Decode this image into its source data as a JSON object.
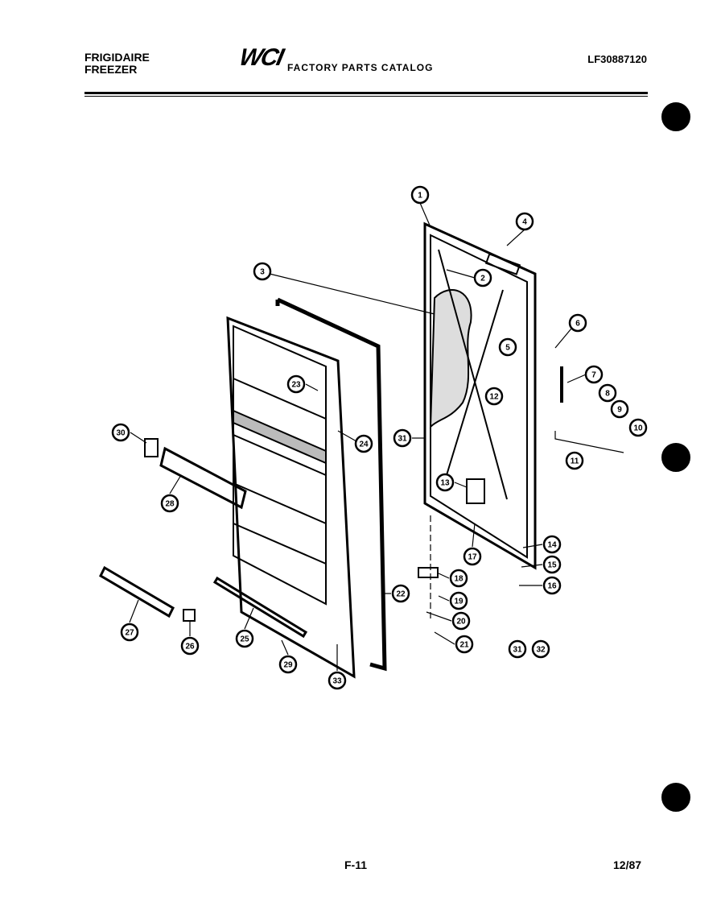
{
  "header": {
    "brand_line1": "FRIGIDAIRE",
    "brand_line2": "FREEZER",
    "logo": "WCI",
    "catalog_title": "FACTORY PARTS CATALOG",
    "model_number": "LF30887120"
  },
  "footer": {
    "page": "F-11",
    "date": "12/87"
  },
  "callouts": [
    "1",
    "4",
    "3",
    "2",
    "6",
    "5",
    "7",
    "23",
    "12",
    "8",
    "9",
    "10",
    "30",
    "24",
    "31",
    "11",
    "28",
    "13",
    "14",
    "17",
    "15",
    "18",
    "16",
    "22",
    "19",
    "20",
    "27",
    "26",
    "25",
    "21",
    "31",
    "32",
    "29",
    "33"
  ]
}
